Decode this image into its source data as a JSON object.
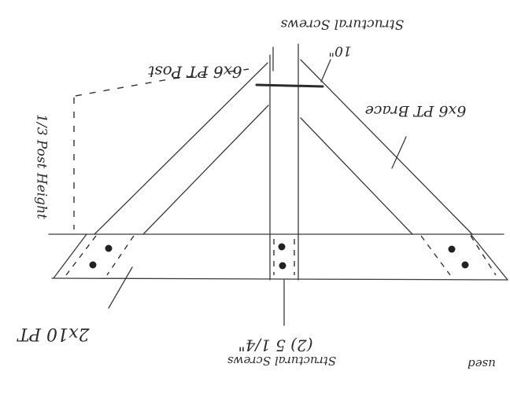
{
  "labels": {
    "structural_screws_top": "Structural Screws",
    "ten_inch": "10\"",
    "post": "6x6 PT Post",
    "brace": "6x6 PT Brace",
    "one_third": "1/3 Post Height",
    "beam": "2x10 PT",
    "screws_bottom_line1": "(2) 5 1/4\"",
    "screws_bottom_line2": "Structural Screws",
    "corner": "used"
  },
  "colors": {
    "ink": "#2c2c2c",
    "paper": "#ffffff"
  }
}
